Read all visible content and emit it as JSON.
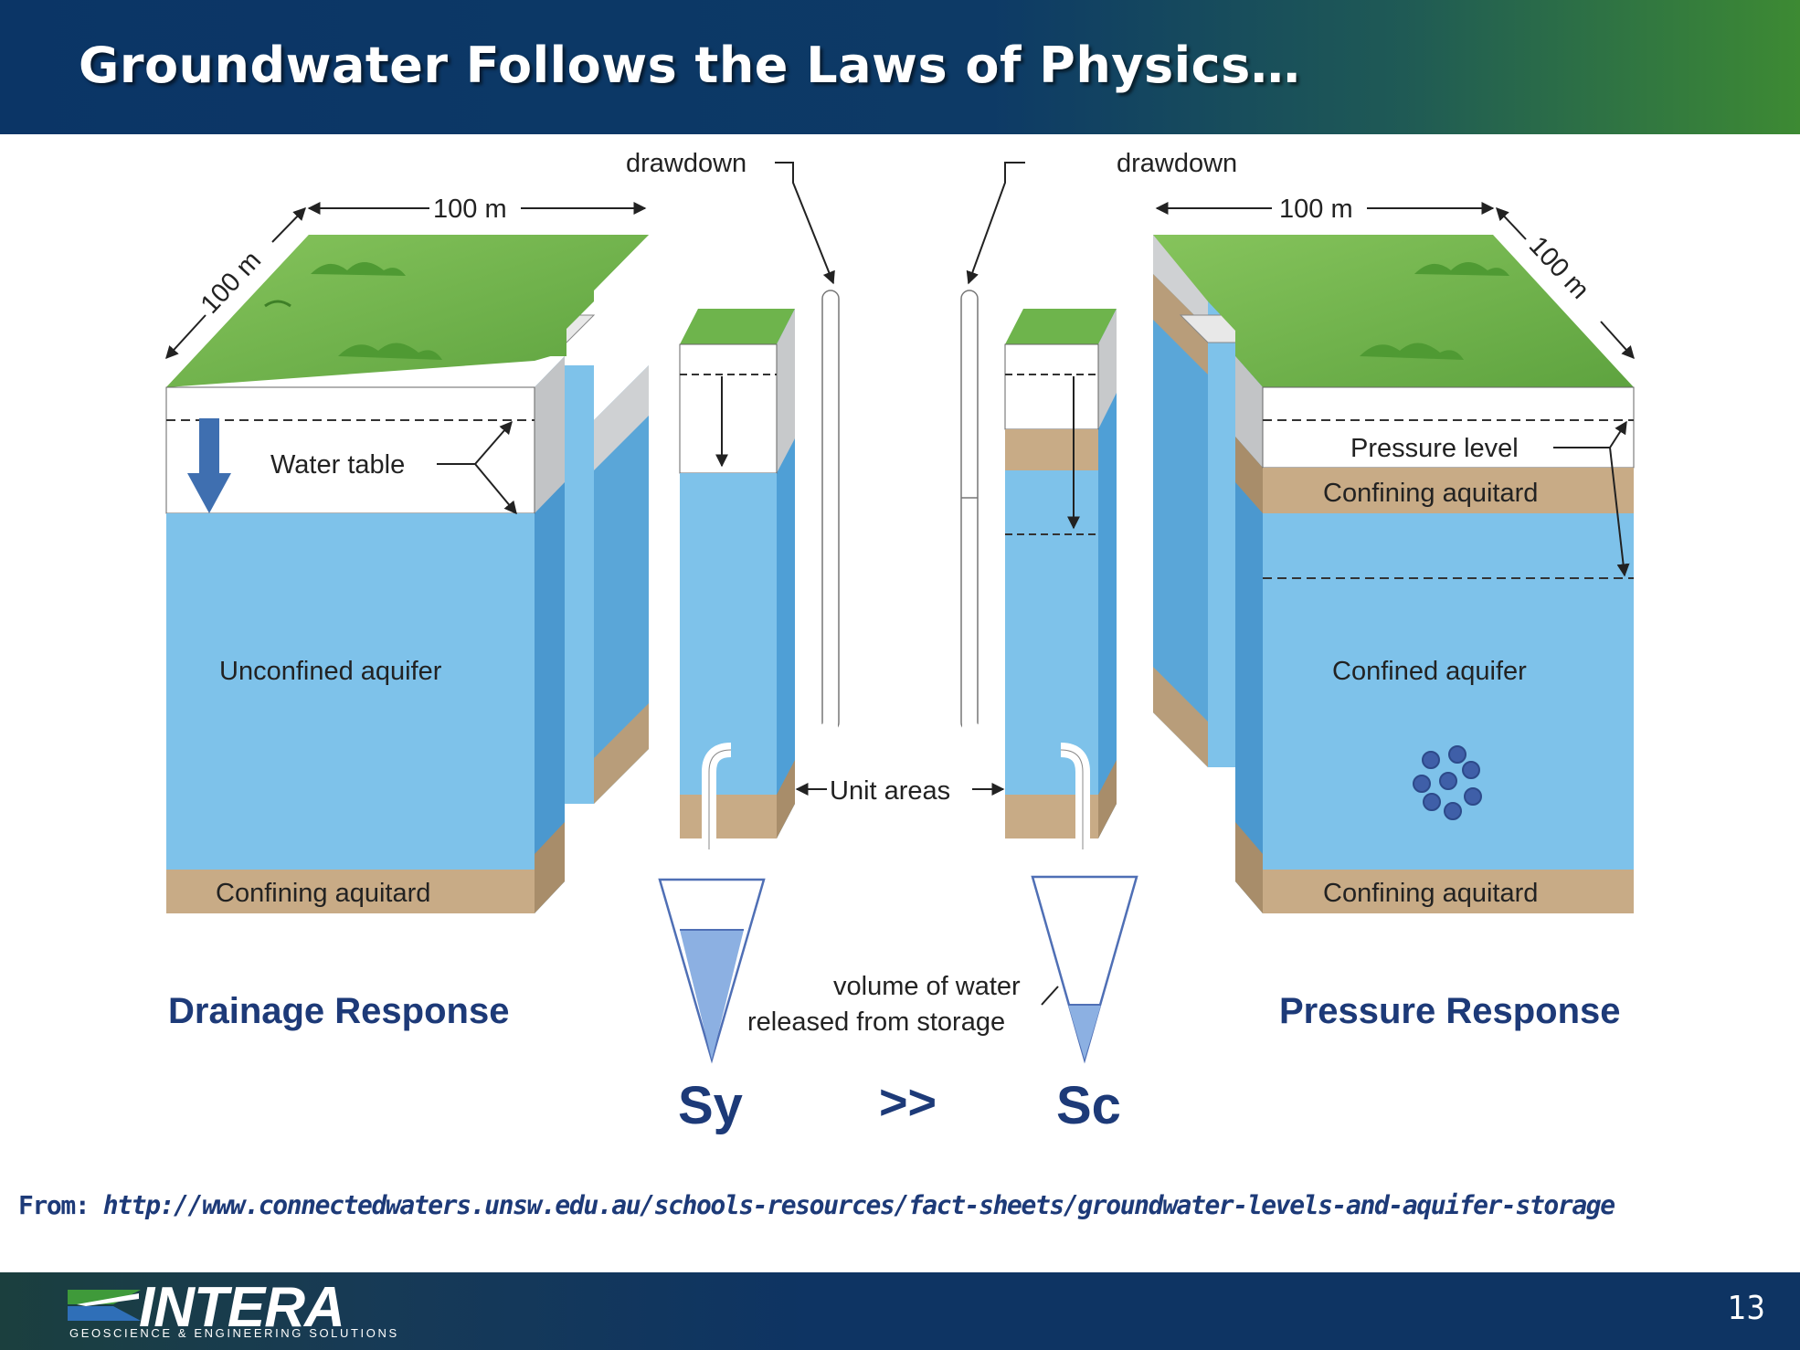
{
  "slide": {
    "title": "Groundwater Follows the Laws of Physics…",
    "page_number": "13"
  },
  "diagram": {
    "labels": {
      "drawdown_left": "drawdown",
      "drawdown_right": "drawdown",
      "dim_left_width": "100 m",
      "dim_left_depth": "100 m",
      "dim_right_width": "100 m",
      "dim_right_depth": "100 m",
      "water_table": "Water table",
      "unconfined_aquifer": "Unconfined aquifer",
      "confining_aquitard_left": "Confining aquitard",
      "pressure_level": "Pressure level",
      "confining_aquitard_right_top": "Confining aquitard",
      "confined_aquifer": "Confined aquifer",
      "confining_aquitard_right_bottom": "Confining aquitard",
      "unit_areas": "Unit areas",
      "volume_line1": "volume of water",
      "volume_line2": "released from storage"
    },
    "responses": {
      "drainage": "Drainage Response",
      "pressure": "Pressure Response"
    },
    "comparison": {
      "left": "Sy",
      "operator": ">>",
      "right": "Sc"
    },
    "colors": {
      "water": "#7ec2ea",
      "water_dark": "#4f9fd6",
      "grass": "#6eb44c",
      "aquitard": "#c8ab86",
      "heading_blue": "#1d3a78"
    }
  },
  "source": {
    "prefix": "From:",
    "url": "http://www.connectedwaters.unsw.edu.au/schools-resources/fact-sheets/groundwater-levels-and-aquifer-storage"
  },
  "footer": {
    "logo_text": "INTERA",
    "logo_tagline": "GEOSCIENCE & ENGINEERING SOLUTIONS"
  }
}
